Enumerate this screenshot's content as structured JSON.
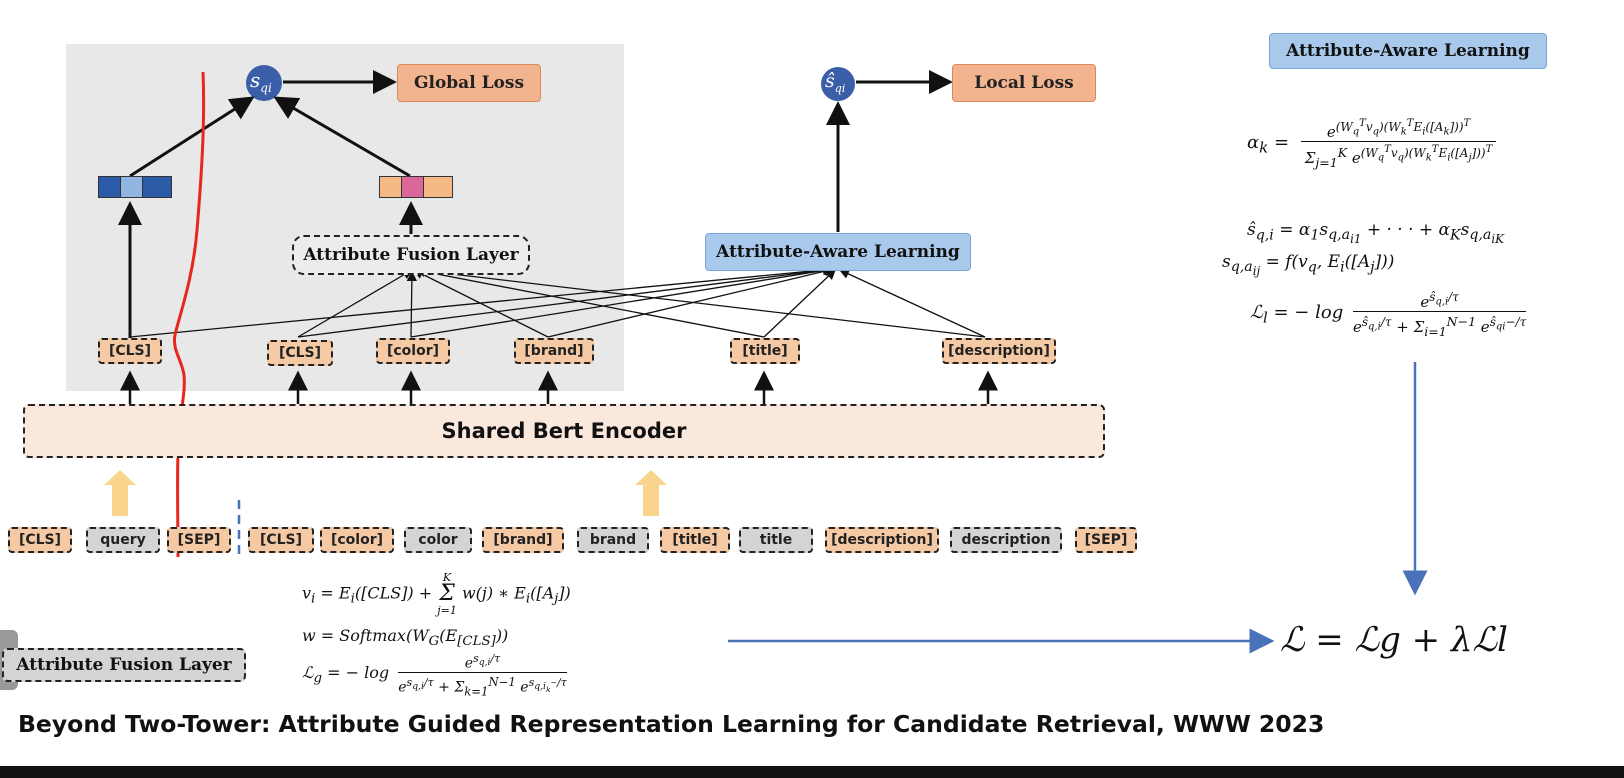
{
  "diagram": {
    "global_loss": "Global Loss",
    "local_loss": "Local Loss",
    "node_s": "s",
    "node_s_sub": "qi",
    "node_s_hat": "ŝ",
    "node_s_hat_sub": "qi",
    "attribute_fusion_layer": "Attribute Fusion Layer",
    "attribute_aware_learning": "Attribute-Aware Learning",
    "shared_encoder": "Shared Bert Encoder",
    "upper_tokens": [
      "[CLS]",
      "[CLS]",
      "[color]",
      "[brand]",
      "[title]",
      "[description]"
    ],
    "input_tokens": [
      "[CLS]",
      "query",
      "[SEP]",
      "[CLS]",
      "[color]",
      "color",
      "[brand]",
      "brand",
      "[title]",
      "title",
      "[description]",
      "description",
      "[SEP]"
    ],
    "colors": {
      "orange_token": "#f5c9a4",
      "gray_token": "#d4d4d4",
      "blue_box": "#a9c9ec",
      "loss_box": "#f2b48e",
      "encoder_fill": "#fbe8dd",
      "red_annotation": "#e8261c",
      "arrow_blue": "#4a72b8"
    }
  },
  "right_panel": {
    "title": "Attribute-Aware Learning",
    "final_loss": "ℒ = ℒg + λℒl"
  },
  "bottom_left": {
    "label": "Attribute Fusion Layer"
  },
  "footer": {
    "citation": "Beyond Two-Tower: Attribute Guided Representation Learning for Candidate Retrieval, WWW 2023"
  }
}
